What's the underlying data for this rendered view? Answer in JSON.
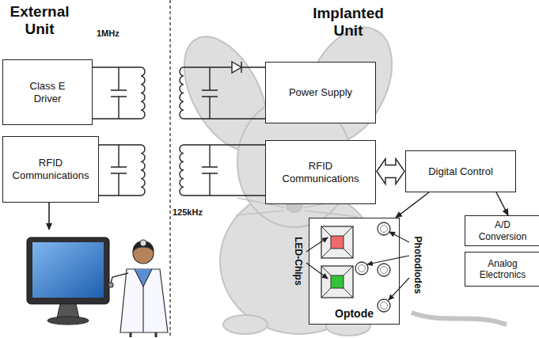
{
  "diagram": {
    "nodes": [
      {
        "text": [
          "Class E Driver"
        ]
      },
      {
        "text": [
          "RFID Communications"
        ]
      },
      {
        "text": [
          "Power Supply"
        ]
      },
      {
        "text": [
          "RFID Communications"
        ]
      },
      {
        "text": [
          "Digital Control"
        ]
      },
      {
        "text": [
          "Optode"
        ]
      },
      {
        "text": [
          "A/D Conversion"
        ]
      },
      {
        "text": [
          "Analog Electronics"
        ]
      }
    ],
    "edges": [
      {
        "from": 3,
        "to": 4,
        "arrow": "both"
      },
      {
        "from": 4,
        "to": 5,
        "arrow": "to"
      },
      {
        "from": 4,
        "to": 6,
        "arrow": "to"
      }
    ],
    "labels": [
      "External Unit",
      "Implanted Unit",
      "1MHz",
      "125kHz",
      "LED-Chips",
      "Photodiodes"
    ]
  }
}
